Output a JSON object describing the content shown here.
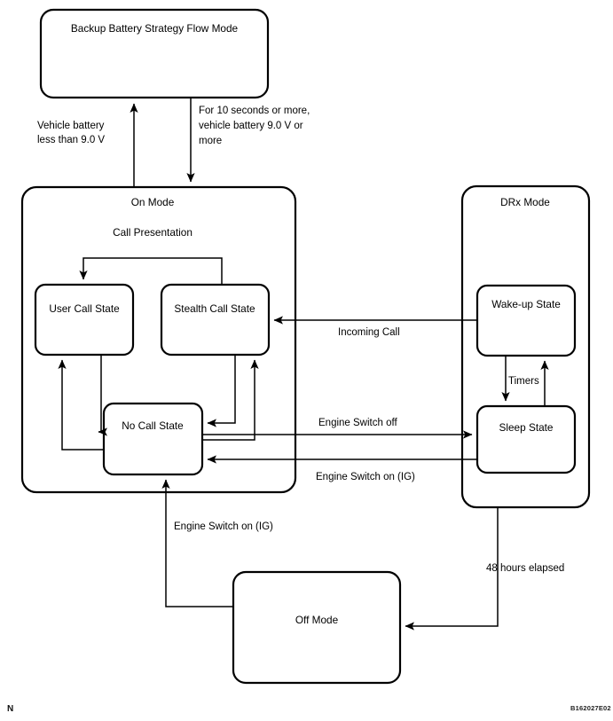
{
  "diagram": {
    "title_code": "B162027E02",
    "corner_mark": "N",
    "nodes": {
      "backup_battery": {
        "label": "Backup Battery Strategy Flow Mode"
      },
      "on_mode": {
        "label": "On Mode"
      },
      "call_presentation": {
        "label": "Call Presentation"
      },
      "user_call_state": {
        "label": "User Call State"
      },
      "stealth_call_state": {
        "label": "Stealth Call State"
      },
      "no_call_state": {
        "label": "No Call State"
      },
      "drx_mode": {
        "label": "DRx Mode"
      },
      "wake_up_state": {
        "label": "Wake-up State"
      },
      "sleep_state": {
        "label": "Sleep State"
      },
      "off_mode": {
        "label": "Off Mode"
      }
    },
    "edge_labels": {
      "vehicle_battery_low_line1": "Vehicle battery",
      "vehicle_battery_low_line2": "less than 9.0 V",
      "battery_ok_line1": "For 10 seconds or more,",
      "battery_ok_line2": "vehicle battery 9.0 V or",
      "battery_ok_line3": "more",
      "incoming_call": "Incoming Call",
      "timers": "Timers",
      "engine_switch_off": "Engine Switch off",
      "engine_switch_on_ig_right": "Engine Switch on (IG)",
      "engine_switch_on_ig_bottom": "Engine Switch on (IG)",
      "hours_elapsed": "48 hours elapsed"
    },
    "colors": {
      "stroke": "#000000",
      "fill": "#ffffff",
      "background": "#ffffff"
    }
  }
}
